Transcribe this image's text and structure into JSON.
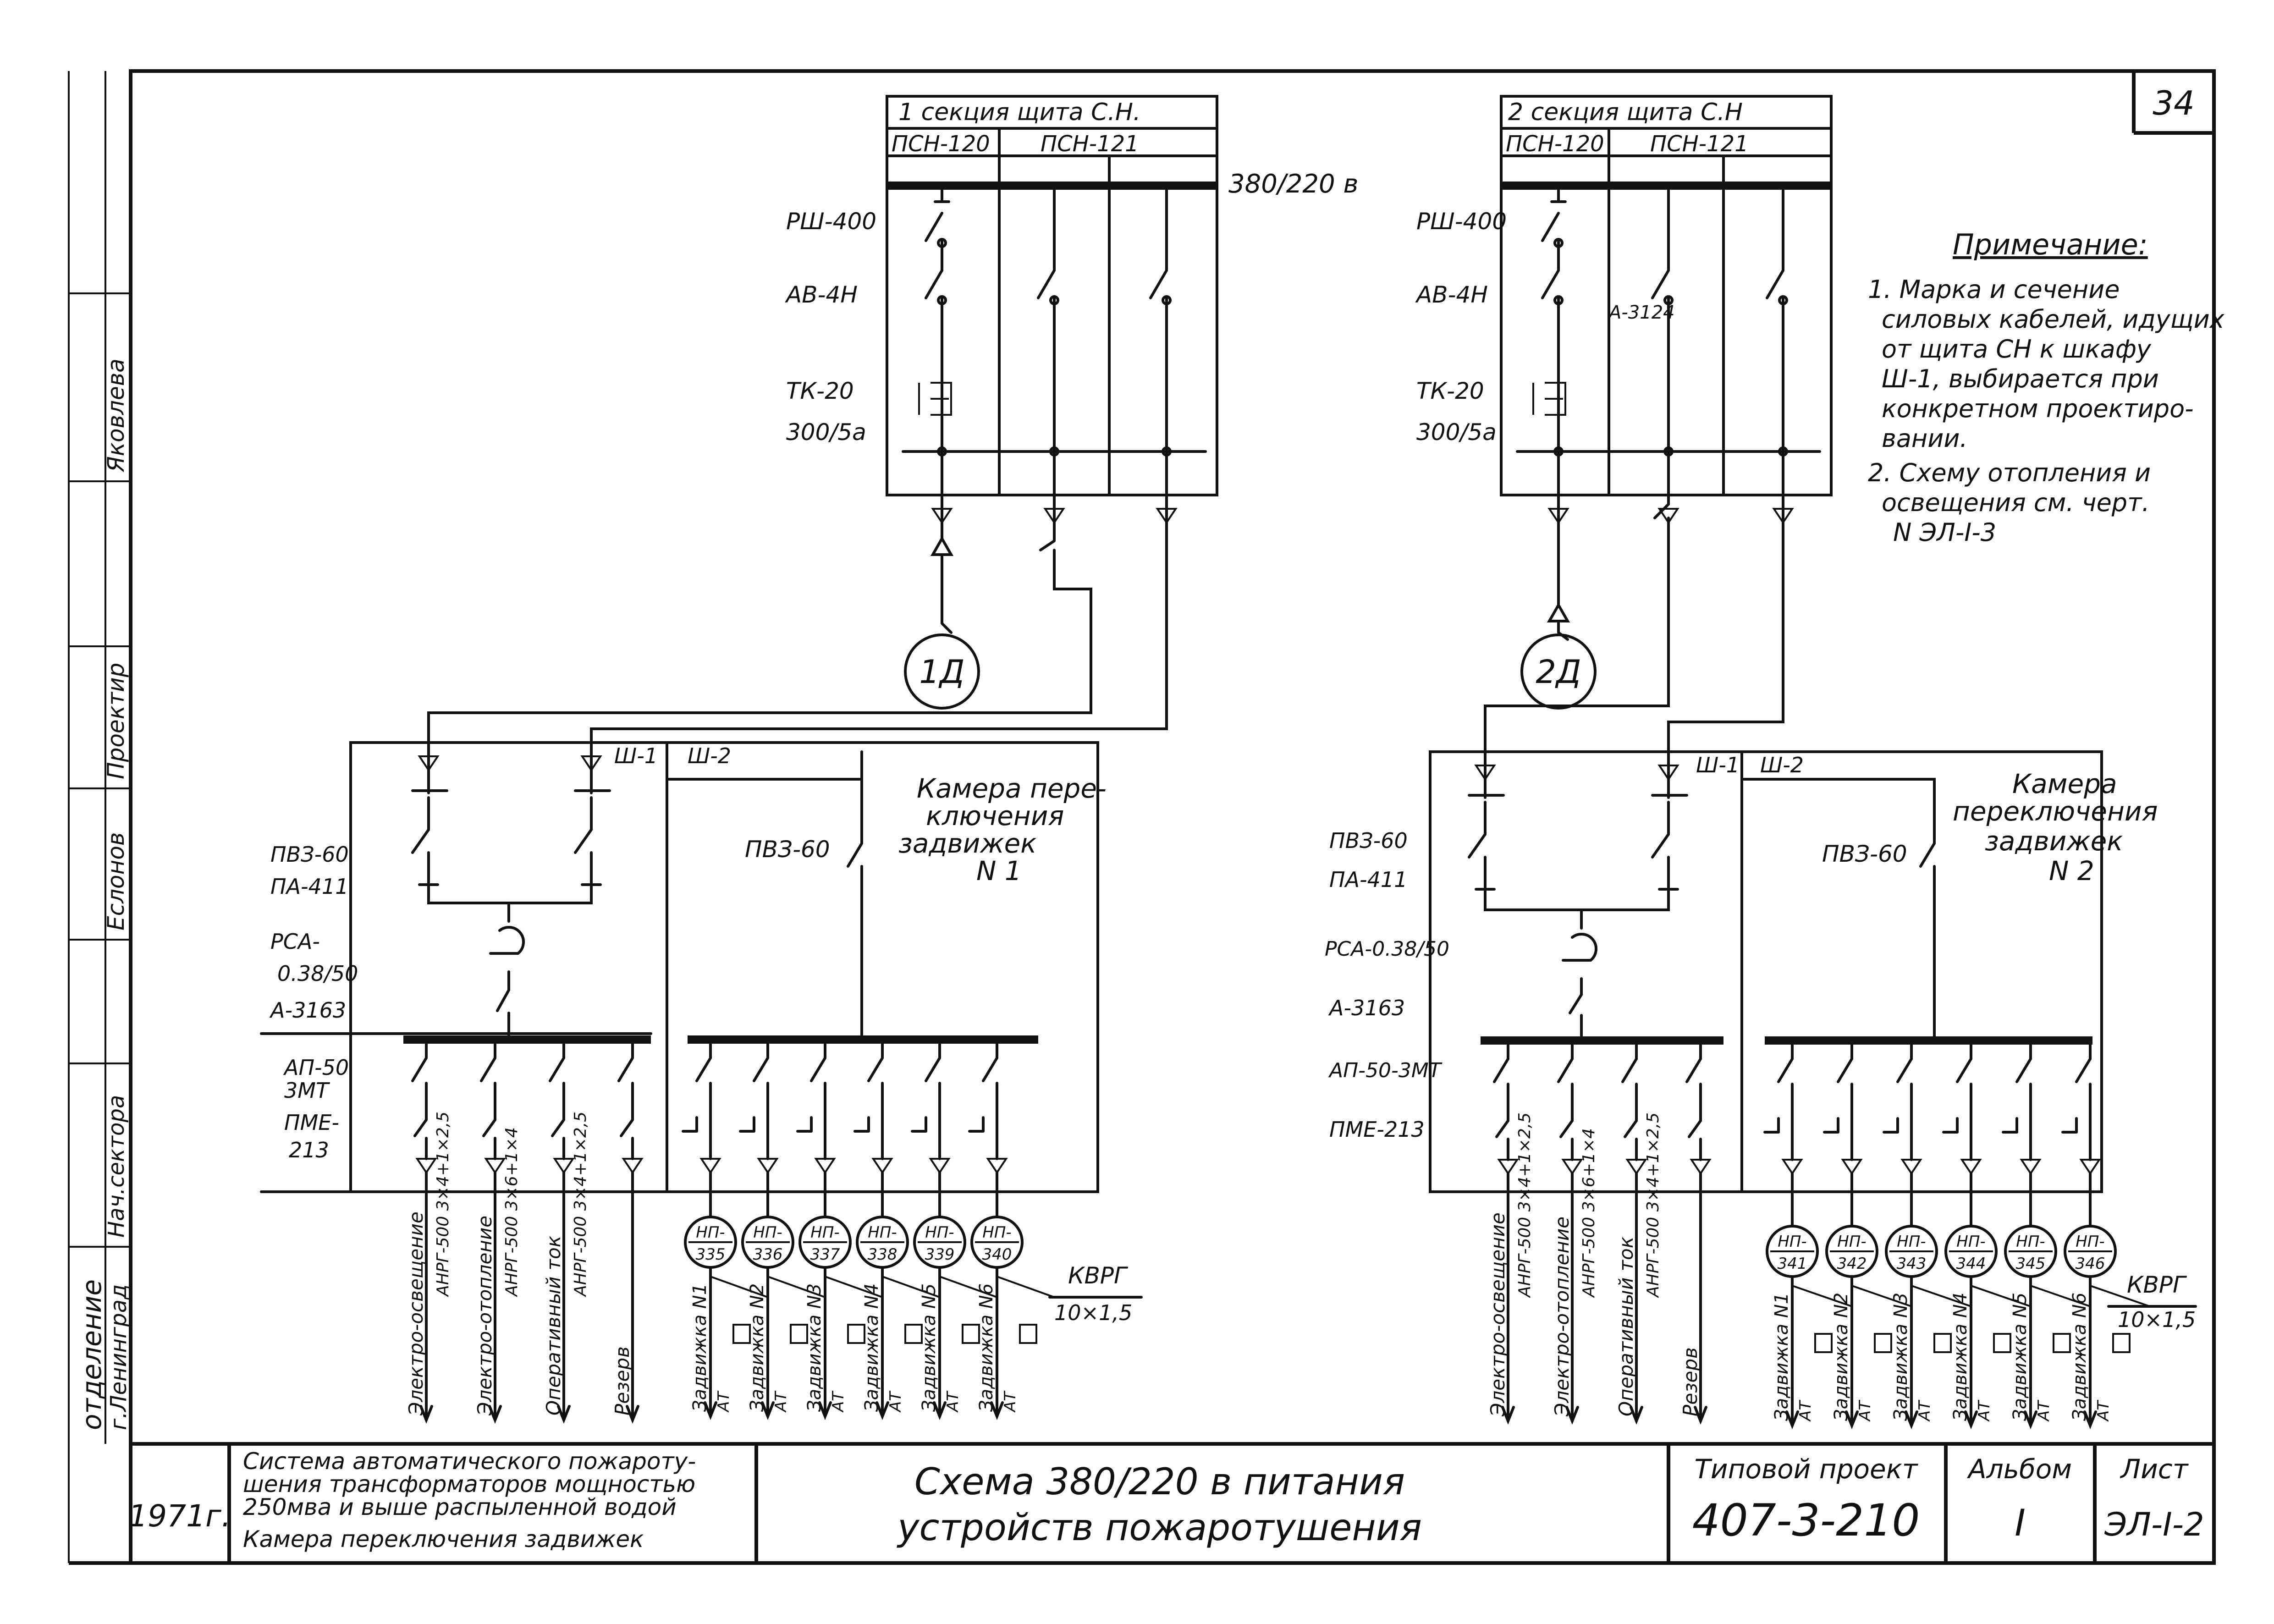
{
  "sheet": {
    "number": "34",
    "vertical_labels": [
      "отделение",
      "г.Ленинград",
      "Нач.сектора",
      "Проектир",
      "Еслонов",
      "Яковлева"
    ],
    "year": "1971г.",
    "description_lines": [
      "Система автоматического пожароту-",
      "шения трансформаторов мощностью",
      "250мва и выше распыленной водой",
      "Камера переключения задвижек"
    ],
    "title_lines": [
      "Схема 380/220 в питания",
      "устройств пожаротушения"
    ],
    "project_label": "Типовой проект",
    "project_number": "407-3-210",
    "album_label": "Альбом",
    "album_value": "I",
    "sheet_label": "Лист",
    "sheet_value": "ЭЛ-I-2"
  },
  "note": {
    "title": "Примечание:",
    "lines": [
      "1. Марка и сечение",
      "силовых кабелей, идущих",
      "от щита СН к шкафу",
      "Ш-1, выбирается при",
      "конкретном проектиро-",
      "вании.",
      "2. Схему отопления и",
      "освещения см. черт.",
      "N ЭЛ-I-3"
    ]
  },
  "left": {
    "section_title": "1 секция щита С.Н.",
    "panels": [
      "ПСН-120",
      "ПСН-121"
    ],
    "voltage": "380/220 в",
    "labels": {
      "rsh": "РШ-400",
      "av": "АВ-4Н",
      "tk": "ТК-20",
      "ratio": "300/5а"
    },
    "motor": "1Д",
    "cab1": "Ш-1",
    "cab2": "Ш-2",
    "dev_labels": [
      "ПВЗ-60",
      "ПА-411",
      "РСА-",
      "0.38/50",
      "А-3163",
      "АП-50",
      "3МТ",
      "ПМЕ-",
      "213"
    ],
    "chamber_lines": [
      "Камера пере-",
      "ключения",
      "задвижек",
      "N 1"
    ],
    "pvz": "ПВЗ-60",
    "kvrg": "КВРГ",
    "kvrg_size": "10×1,5",
    "outputs": [
      {
        "name": "Электро-освещение",
        "cable": "АНРГ-500 3×4+1×2,5"
      },
      {
        "name": "Электро-отопление",
        "cable": "АНРГ-500 3×6+1×4"
      },
      {
        "name": "Оперативный ток",
        "cable": "АНРГ-500 3×4+1×2,5"
      },
      {
        "name": "Резерв",
        "cable": ""
      }
    ],
    "motors": [
      "НП-335",
      "НП-336",
      "НП-337",
      "НП-338",
      "НП-339",
      "НП-340"
    ],
    "valves": [
      "Задвижка N1",
      "Задвижка N2",
      "Задвижка N3",
      "Задвижка N4",
      "Задвижка N5",
      "Задвижка N6"
    ],
    "at": "АТ"
  },
  "right": {
    "section_title": "2 секция щита С.Н",
    "panels": [
      "ПСН-120",
      "ПСН-121"
    ],
    "labels": {
      "rsh": "РШ-400",
      "av": "АВ-4Н",
      "a3124": "А-3124",
      "tk": "ТК-20",
      "ratio": "300/5а"
    },
    "motor": "2Д",
    "cab1": "Ш-1",
    "cab2": "Ш-2",
    "dev_labels": [
      "ПВЗ-60",
      "ПА-411",
      "РСА-0.38/50",
      "А-3163",
      "АП-50-3МТ",
      "ПМЕ-213"
    ],
    "chamber_lines": [
      "Камера",
      "переключения",
      "задвижек",
      "N 2"
    ],
    "pvz": "ПВЗ-60",
    "kvrg": "КВРГ",
    "kvrg_size": "10×1,5",
    "outputs": [
      {
        "name": "Электро-освещение",
        "cable": "АНРГ-500 3×4+1×2,5"
      },
      {
        "name": "Электро-отопление",
        "cable": "АНРГ-500 3×6+1×4"
      },
      {
        "name": "Оперативный ток",
        "cable": "АНРГ-500 3×4+1×2,5"
      },
      {
        "name": "Резерв",
        "cable": ""
      }
    ],
    "motors": [
      "НП-341",
      "НП-342",
      "НП-343",
      "НП-344",
      "НП-345",
      "НП-346"
    ],
    "valves": [
      "Задвижка N1",
      "Задвижка N2",
      "Задвижка N3",
      "Задвижка N4",
      "Задвижка N5",
      "Задвижка N6"
    ],
    "at": "АТ"
  }
}
